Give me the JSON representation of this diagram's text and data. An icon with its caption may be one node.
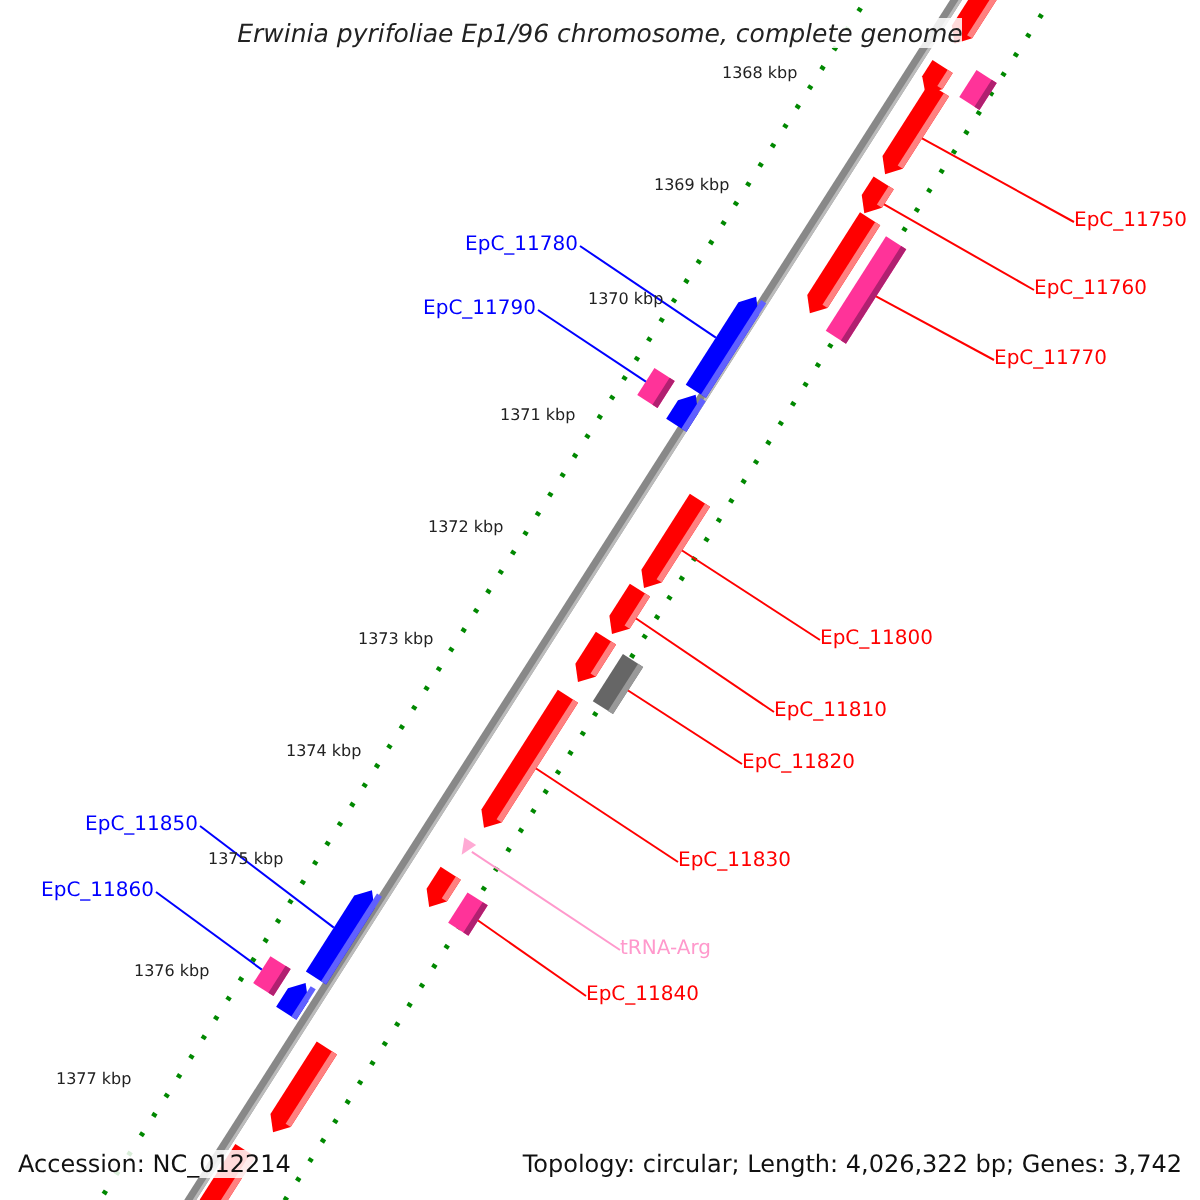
{
  "diagram": {
    "title": "Erwinia pyrifoliae Ep1/96 chromosome, complete genome",
    "nodes": [
      {
        "text": [
          "EpC_11750"
        ]
      },
      {
        "text": [],
        "shape": "arrow"
      },
      {
        "text": [
          "EpC_11760"
        ]
      },
      {
        "text": [],
        "shape": "arrow"
      },
      {
        "text": [
          "EpC_11780"
        ]
      },
      {
        "text": [],
        "shape": "arrow"
      },
      {
        "text": [
          "EpC_11770"
        ]
      },
      {
        "text": [],
        "shape": "box"
      },
      {
        "text": [
          "EpC_11790"
        ]
      },
      {
        "text": [],
        "shape": "box"
      },
      {
        "text": [
          "EpC_11800"
        ]
      },
      {
        "text": [],
        "shape": "arrow"
      },
      {
        "text": [
          "EpC_11810"
        ]
      },
      {
        "text": [],
        "shape": "arrow"
      },
      {
        "text": [
          "EpC_11820"
        ]
      },
      {
        "text": [],
        "shape": "box"
      },
      {
        "text": [
          "EpC_11830"
        ]
      },
      {
        "text": [],
        "shape": "arrow"
      },
      {
        "text": [
          "EpC_11850"
        ]
      },
      {
        "text": [],
        "shape": "arrow"
      },
      {
        "text": [
          "tRNA-Arg"
        ]
      },
      {
        "text": [],
        "shape": "triangle"
      },
      {
        "text": [
          "EpC_11860"
        ]
      },
      {
        "text": [],
        "shape": "box"
      },
      {
        "text": [
          "EpC_11840"
        ]
      },
      {
        "text": [],
        "shape": "box"
      },
      {
        "text": [],
        "shape": "arrow"
      },
      {
        "text": [],
        "shape": "arrow"
      },
      {
        "text": [],
        "shape": "box"
      },
      {
        "text": [],
        "shape": "arrow"
      },
      {
        "text": [],
        "shape": "arrow"
      },
      {
        "text": [],
        "shape": "arrow"
      },
      {
        "text": [],
        "shape": "arrow"
      },
      {
        "text": [],
        "shape": "arrow"
      },
      {
        "text": [],
        "shape": "arrow"
      },
      {
        "text": [],
        "shape": "arrow"
      }
    ],
    "edges": [
      {
        "from": 0,
        "to": 1,
        "arrow": "none"
      },
      {
        "from": 2,
        "to": 3,
        "arrow": "none"
      },
      {
        "from": 4,
        "to": 5,
        "arrow": "none",
        "color": "#0000ff"
      },
      {
        "from": 6,
        "to": 7,
        "arrow": "none"
      },
      {
        "from": 8,
        "to": 9,
        "arrow": "none",
        "color": "#0000ff"
      },
      {
        "from": 10,
        "to": 11,
        "arrow": "none"
      },
      {
        "from": 12,
        "to": 13,
        "arrow": "none"
      },
      {
        "from": 14,
        "to": 15,
        "arrow": "none"
      },
      {
        "from": 16,
        "to": 17,
        "arrow": "none"
      },
      {
        "from": 18,
        "to": 19,
        "arrow": "none",
        "color": "#0000ff"
      },
      {
        "from": 20,
        "to": 21,
        "arrow": "none",
        "color": "#ff99cc"
      },
      {
        "from": 22,
        "to": 23,
        "arrow": "none",
        "color": "#0000ff"
      },
      {
        "from": 24,
        "to": 25,
        "arrow": "none"
      }
    ],
    "labels": [
      "1368 kbp",
      "1369 kbp",
      "1370 kbp",
      "1371 kbp",
      "1372 kbp",
      "1373 kbp",
      "1374 kbp",
      "1375 kbp",
      "1376 kbp",
      "1377 kbp",
      "Accession: NC_012214",
      "Topology: circular; Length: 4,026,322 bp; Genes: 3,742"
    ]
  }
}
